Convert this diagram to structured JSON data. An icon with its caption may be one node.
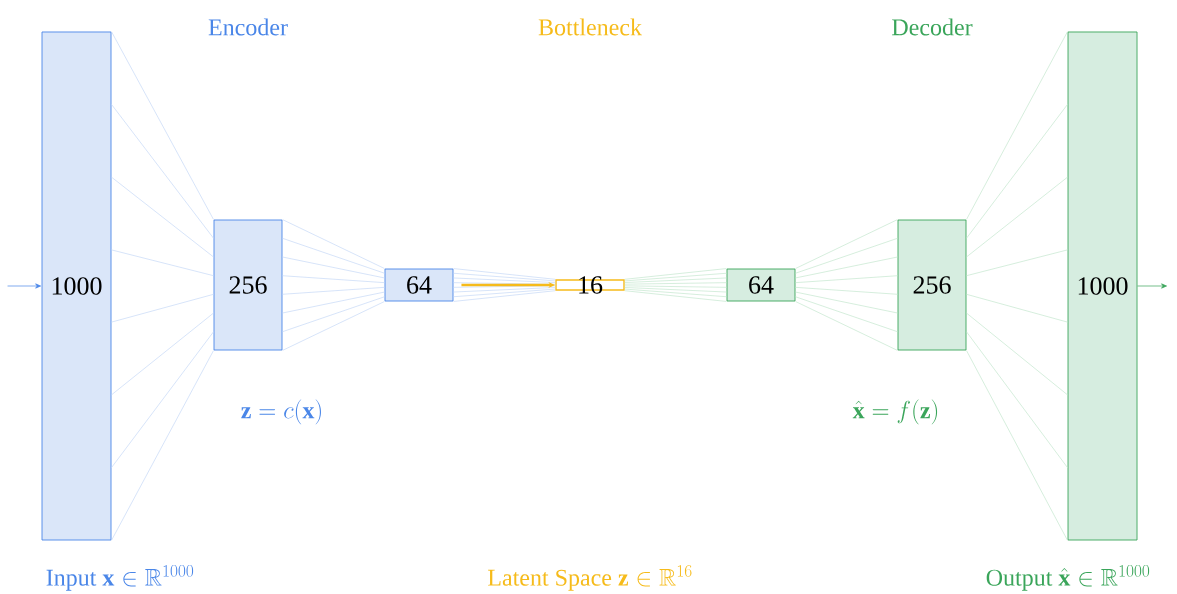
{
  "diagram": {
    "nodes": [
      {
        "text": [
          "1000"
        ]
      },
      {
        "text": [
          "256"
        ]
      },
      {
        "text": [
          "64"
        ]
      },
      {
        "text": [
          "16"
        ]
      },
      {
        "text": [
          "64"
        ]
      },
      {
        "text": [
          "256"
        ]
      },
      {
        "text": [
          "1000"
        ]
      }
    ],
    "edges": [
      {
        "from": null,
        "to": 0,
        "arrow": "to",
        "color": "#4a86e8"
      },
      {
        "from": 0,
        "to": 1,
        "arrow": "none",
        "color": "#c6d9f7"
      },
      {
        "from": 0,
        "to": 1,
        "arrow": "none",
        "color": "#c6d9f7"
      },
      {
        "from": 0,
        "to": 1,
        "arrow": "none",
        "color": "#c6d9f7"
      },
      {
        "from": 0,
        "to": 1,
        "arrow": "none",
        "color": "#c6d9f7"
      },
      {
        "from": 0,
        "to": 1,
        "arrow": "none",
        "color": "#c6d9f7"
      },
      {
        "from": 0,
        "to": 1,
        "arrow": "none",
        "color": "#c6d9f7"
      },
      {
        "from": 0,
        "to": 1,
        "arrow": "none",
        "color": "#c6d9f7"
      },
      {
        "from": 0,
        "to": 1,
        "arrow": "none",
        "color": "#c6d9f7"
      },
      {
        "from": 1,
        "to": 2,
        "arrow": "none",
        "color": "#c6d9f7"
      },
      {
        "from": 1,
        "to": 2,
        "arrow": "none",
        "color": "#c6d9f7"
      },
      {
        "from": 1,
        "to": 2,
        "arrow": "none",
        "color": "#c6d9f7"
      },
      {
        "from": 1,
        "to": 2,
        "arrow": "none",
        "color": "#c6d9f7"
      },
      {
        "from": 1,
        "to": 2,
        "arrow": "none",
        "color": "#c6d9f7"
      },
      {
        "from": 1,
        "to": 2,
        "arrow": "none",
        "color": "#c6d9f7"
      },
      {
        "from": 1,
        "to": 2,
        "arrow": "none",
        "color": "#c6d9f7"
      },
      {
        "from": 1,
        "to": 2,
        "arrow": "none",
        "color": "#c6d9f7"
      },
      {
        "from": 2,
        "to": 3,
        "arrow": "none",
        "color": "#c6d9f7"
      },
      {
        "from": 2,
        "to": 3,
        "arrow": "none",
        "color": "#c6d9f7"
      },
      {
        "from": 2,
        "to": 3,
        "arrow": "none",
        "color": "#c6d9f7"
      },
      {
        "from": 2,
        "to": 3,
        "arrow": "none",
        "color": "#c6d9f7"
      },
      {
        "from": 2,
        "to": 3,
        "arrow": "none",
        "color": "#c6d9f7"
      },
      {
        "from": 2,
        "to": 3,
        "arrow": "none",
        "color": "#c6d9f7"
      },
      {
        "from": 2,
        "to": 3,
        "arrow": "none",
        "color": "#c6d9f7"
      },
      {
        "from": 2,
        "to": 3,
        "arrow": "none",
        "color": "#c6d9f7"
      },
      {
        "from": 2,
        "to": 3,
        "arrow": "to",
        "style": "thick",
        "color": "#f6bb1a"
      },
      {
        "from": 3,
        "to": 4,
        "arrow": "none",
        "color": "#c4e6cf"
      },
      {
        "from": 3,
        "to": 4,
        "arrow": "none",
        "color": "#c4e6cf"
      },
      {
        "from": 3,
        "to": 4,
        "arrow": "none",
        "color": "#c4e6cf"
      },
      {
        "from": 3,
        "to": 4,
        "arrow": "none",
        "color": "#c4e6cf"
      },
      {
        "from": 3,
        "to": 4,
        "arrow": "none",
        "color": "#c4e6cf"
      },
      {
        "from": 3,
        "to": 4,
        "arrow": "none",
        "color": "#c4e6cf"
      },
      {
        "from": 3,
        "to": 4,
        "arrow": "none",
        "color": "#c4e6cf"
      },
      {
        "from": 3,
        "to": 4,
        "arrow": "none",
        "color": "#c4e6cf"
      },
      {
        "from": 4,
        "to": 5,
        "arrow": "none",
        "color": "#c4e6cf"
      },
      {
        "from": 4,
        "to": 5,
        "arrow": "none",
        "color": "#c4e6cf"
      },
      {
        "from": 4,
        "to": 5,
        "arrow": "none",
        "color": "#c4e6cf"
      },
      {
        "from": 4,
        "to": 5,
        "arrow": "none",
        "color": "#c4e6cf"
      },
      {
        "from": 4,
        "to": 5,
        "arrow": "none",
        "color": "#c4e6cf"
      },
      {
        "from": 4,
        "to": 5,
        "arrow": "none",
        "color": "#c4e6cf"
      },
      {
        "from": 4,
        "to": 5,
        "arrow": "none",
        "color": "#c4e6cf"
      },
      {
        "from": 4,
        "to": 5,
        "arrow": "none",
        "color": "#c4e6cf"
      },
      {
        "from": 5,
        "to": 6,
        "arrow": "none",
        "color": "#c4e6cf"
      },
      {
        "from": 5,
        "to": 6,
        "arrow": "none",
        "color": "#c4e6cf"
      },
      {
        "from": 5,
        "to": 6,
        "arrow": "none",
        "color": "#c4e6cf"
      },
      {
        "from": 5,
        "to": 6,
        "arrow": "none",
        "color": "#c4e6cf"
      },
      {
        "from": 5,
        "to": 6,
        "arrow": "none",
        "color": "#c4e6cf"
      },
      {
        "from": 5,
        "to": 6,
        "arrow": "none",
        "color": "#c4e6cf"
      },
      {
        "from": 5,
        "to": 6,
        "arrow": "none",
        "color": "#c4e6cf"
      },
      {
        "from": 5,
        "to": 6,
        "arrow": "none",
        "color": "#c4e6cf"
      },
      {
        "from": 6,
        "to": null,
        "arrow": "to",
        "color": "#3aa55a"
      }
    ],
    "labels": [
      "Encoder",
      "Bottleneck",
      "Decoder",
      "\\mathbf{z}=c(\\mathbf{x})",
      "\\hat{\\mathbf{x}}=f(\\mathbf{z})",
      "\\text{Input }\\mathbf{x}\\in\\mathbb{R}^{1000}",
      "\\text{Latent Space }\\mathbf{z}\\in\\mathbb{R}^{16}",
      "\\text{Output }\\hat{\\mathbf{x}}\\in\\mathbb{R}^{1000}"
    ]
  }
}
